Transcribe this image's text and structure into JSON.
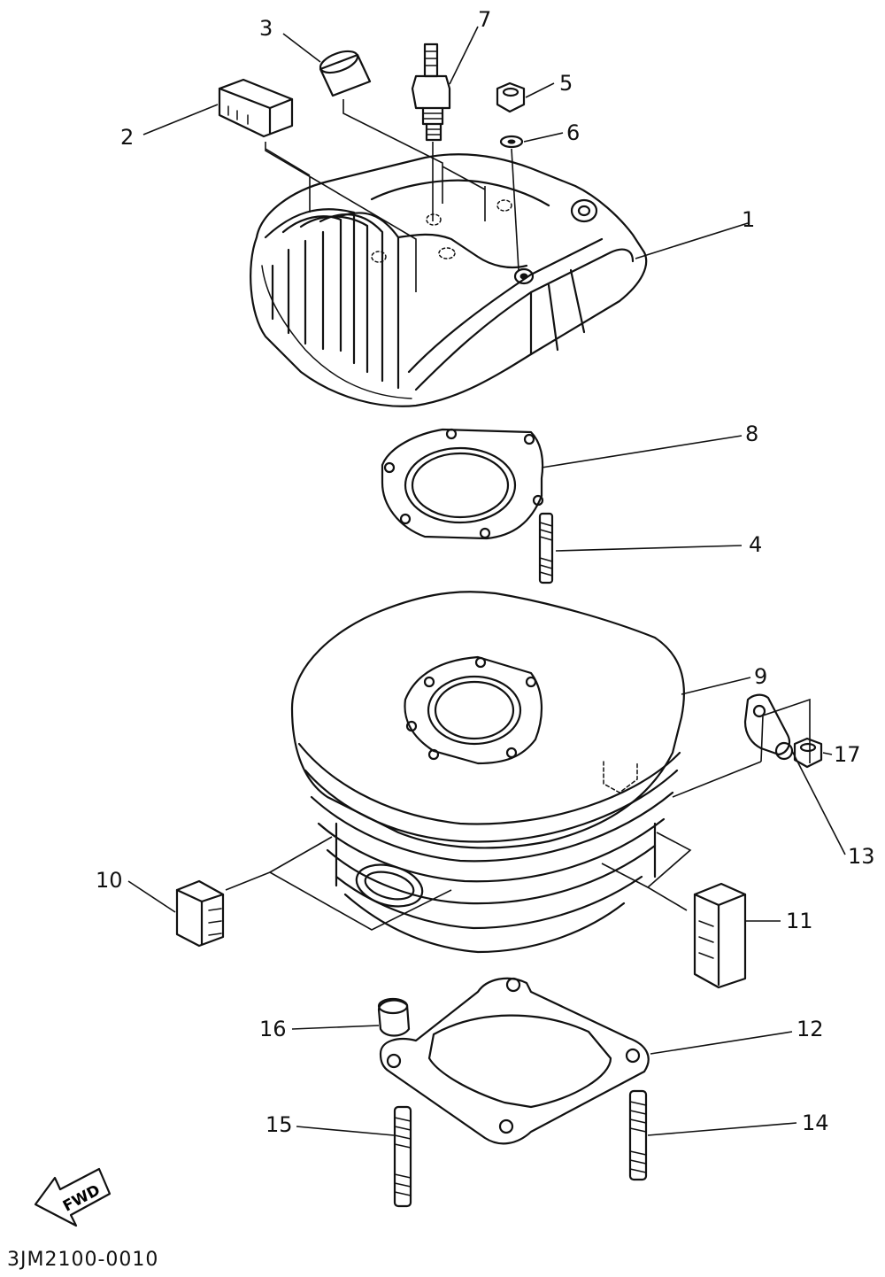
{
  "callouts": {
    "p1": "1",
    "p2": "2",
    "p3": "3",
    "p4": "4",
    "p5": "5",
    "p6": "6",
    "p7": "7",
    "p8": "8",
    "p9": "9",
    "p10": "10",
    "p11": "11",
    "p12": "12",
    "p13": "13",
    "p14": "14",
    "p15": "15",
    "p16": "16",
    "p17": "17"
  },
  "fwd_label": "FWD",
  "drawing_code": "3JM2100-0010"
}
